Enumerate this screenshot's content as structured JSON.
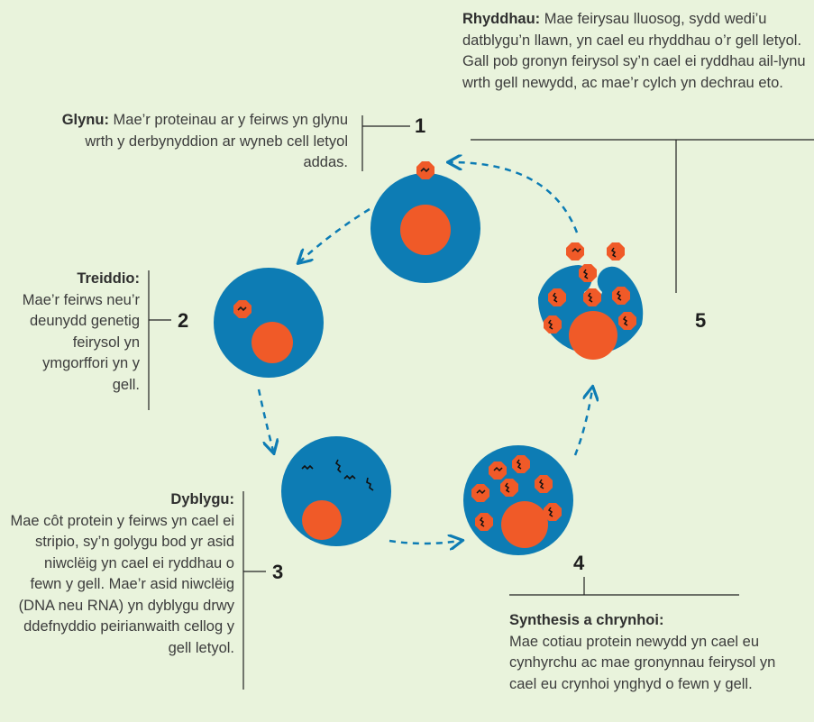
{
  "colors": {
    "background": "#e9f3dc",
    "cell": "#0d7cb4",
    "nucleus": "#f05a28",
    "virus": "#f05a28",
    "arrow": "#0d7cb4",
    "line": "#222222"
  },
  "stages": [
    {
      "number": "1",
      "title": "Glynu:",
      "body": "Mae’r proteinau ar y feirws yn glynu wrth y derbynyddion ar wyneb cell letyol addas."
    },
    {
      "number": "2",
      "title": "Treiddio:",
      "body": "Mae’r feirws neu’r deunydd genetig feirysol yn ymgorffori yn y gell."
    },
    {
      "number": "3",
      "title": "Dyblygu:",
      "body": "Mae côt protein y feirws yn cael ei stripio, sy’n golygu bod yr asid niwclëig yn cael ei ryddhau o fewn y gell. Mae’r asid niwclëig (DNA neu RNA) yn dyblygu drwy ddefnyddio peirianwaith cellog y gell letyol."
    },
    {
      "number": "4",
      "title": "Synthesis a chrynhoi:",
      "body": "Mae cotiau protein newydd yn cael eu cynhyrchu ac mae gronynnau feirysol yn cael eu crynhoi ynghyd o fewn y gell."
    },
    {
      "number": "5",
      "title": "Rhyddhau:",
      "body": "Mae feirysau lluosog, sydd wedi’u datblygu’n llawn, yn cael eu rhyddhau o’r gell letyol. Gall pob gronyn feirysol sy’n cael ei ryddhau ail-lynu wrth gell newydd, ac mae’r cylch yn dechrau eto."
    }
  ]
}
